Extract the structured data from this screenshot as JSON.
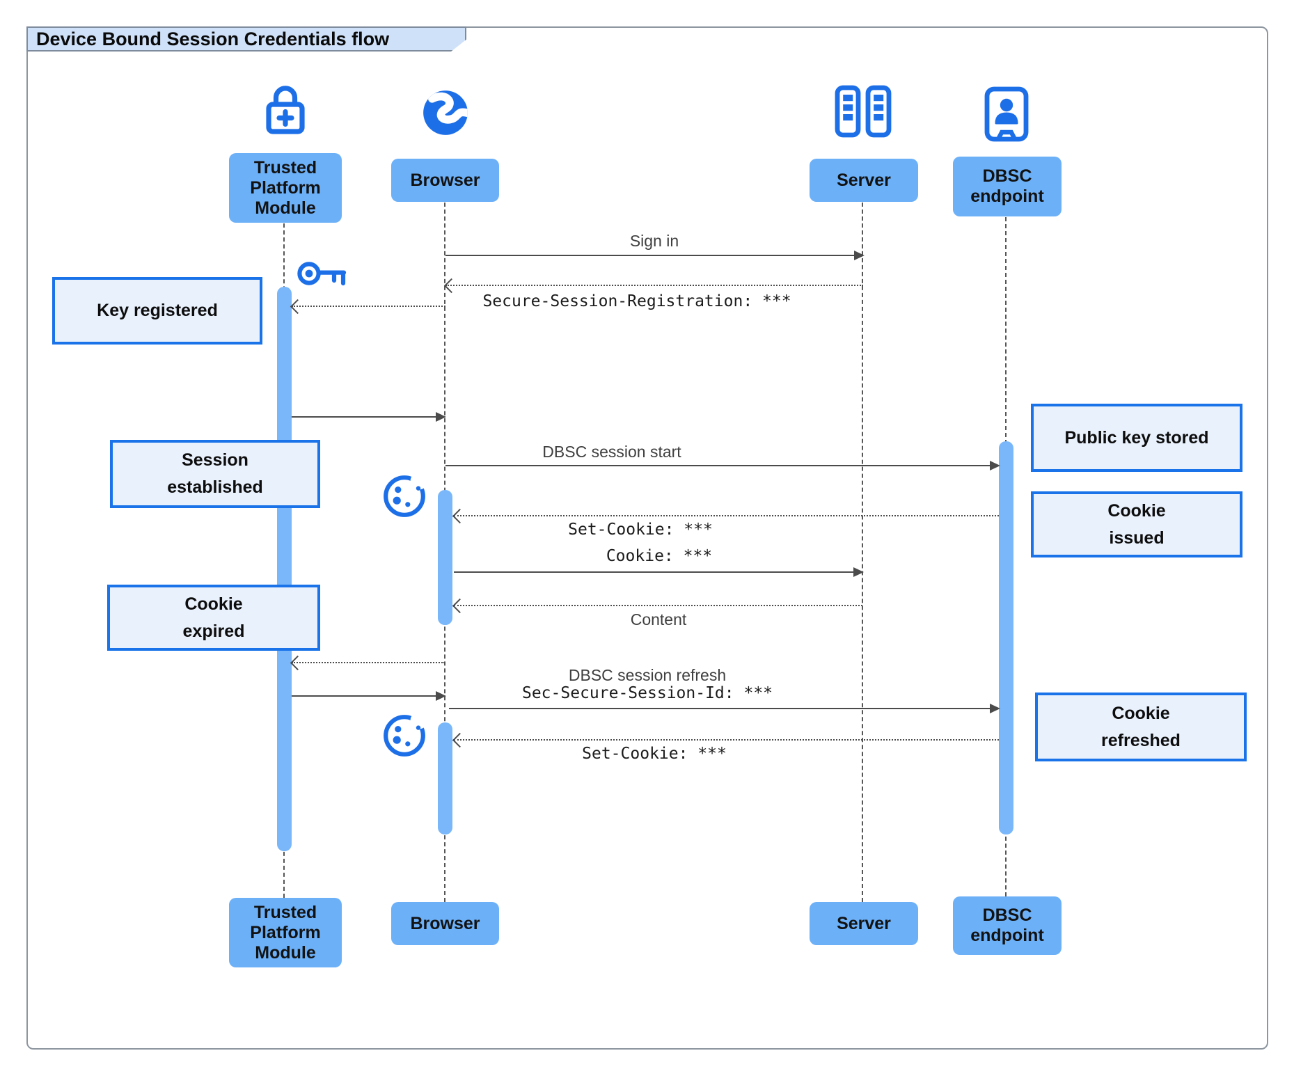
{
  "title": "Device Bound Session Credentials flow",
  "actors": {
    "tpm": {
      "label": "Trusted\nPlatform\nModule",
      "icon": "lock-plus-icon"
    },
    "browser": {
      "label": "Browser",
      "icon": "globe-icon"
    },
    "server": {
      "label": "Server",
      "icon": "server-racks-icon"
    },
    "dbsc": {
      "label": "DBSC\nendpoint",
      "icon": "person-badge-icon"
    }
  },
  "notes": {
    "key_registered": "Key registered",
    "session_established": "Session\nestablished",
    "cookie_expired": "Cookie\nexpired",
    "public_key_stored": "Public key stored",
    "cookie_issued": "Cookie\nissued",
    "cookie_refreshed": "Cookie\nrefreshed"
  },
  "messages": {
    "sign_in": "Sign in",
    "secure_session_registration": "Secure-Session-Registration: ***",
    "dbsc_session_start": "DBSC session start",
    "set_cookie_1": "Set-Cookie: ***",
    "cookie": "Cookie: ***",
    "content": "Content",
    "dbsc_session_refresh": "DBSC session refresh",
    "sec_secure_session_id": "Sec-Secure-Session-Id: ***",
    "set_cookie_2": "Set-Cookie: ***"
  },
  "colors": {
    "actor_fill": "#6cb0f8",
    "activation_fill": "#79b7fa",
    "note_fill": "#e9f1fd",
    "note_border": "#1a73e8",
    "icon_blue": "#1d6fe8",
    "title_fill": "#cfe1f9",
    "line": "#4b4b4b"
  }
}
